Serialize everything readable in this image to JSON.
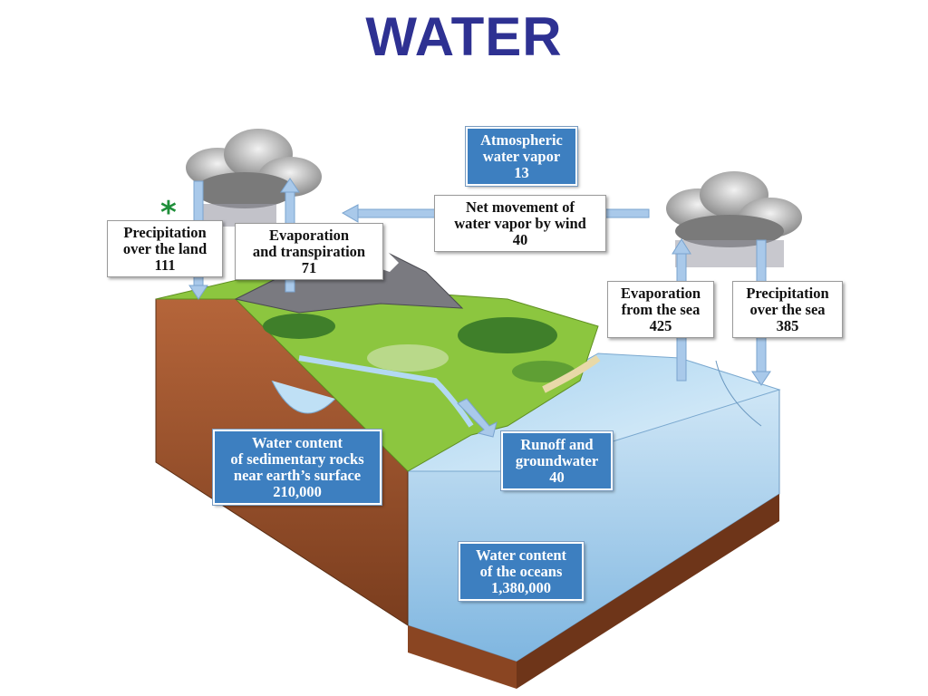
{
  "title": "WATER",
  "marker": "*",
  "colors": {
    "title": "#2e3192",
    "label_blue": "#3d7fc0",
    "arrow": "#a9c9ea",
    "ocean": "#9fcbe8",
    "land": "#8cc63f",
    "soil": "#a0522d",
    "marker": "#1f8f3a"
  },
  "labels": {
    "precip_land": {
      "lines": [
        "Precipitation",
        "over the land",
        "111"
      ]
    },
    "evap_transp": {
      "lines": [
        "Evaporation",
        "and transpiration",
        "71"
      ]
    },
    "atmos_vapor": {
      "lines": [
        "Atmospheric",
        "water vapor",
        "13"
      ]
    },
    "net_movement": {
      "lines": [
        "Net movement of",
        "water vapor by wind",
        "40"
      ]
    },
    "evap_sea": {
      "lines": [
        "Evaporation",
        "from the sea",
        "425"
      ]
    },
    "precip_sea": {
      "lines": [
        "Precipitation",
        "over the sea",
        "385"
      ]
    },
    "sediment": {
      "lines": [
        "Water content",
        "of sedimentary rocks",
        "near earth’s surface",
        "210,000"
      ]
    },
    "runoff": {
      "lines": [
        "Runoff and",
        "groundwater",
        "40"
      ]
    },
    "oceans": {
      "lines": [
        "Water content",
        "of the oceans",
        "1,380,000"
      ]
    }
  }
}
